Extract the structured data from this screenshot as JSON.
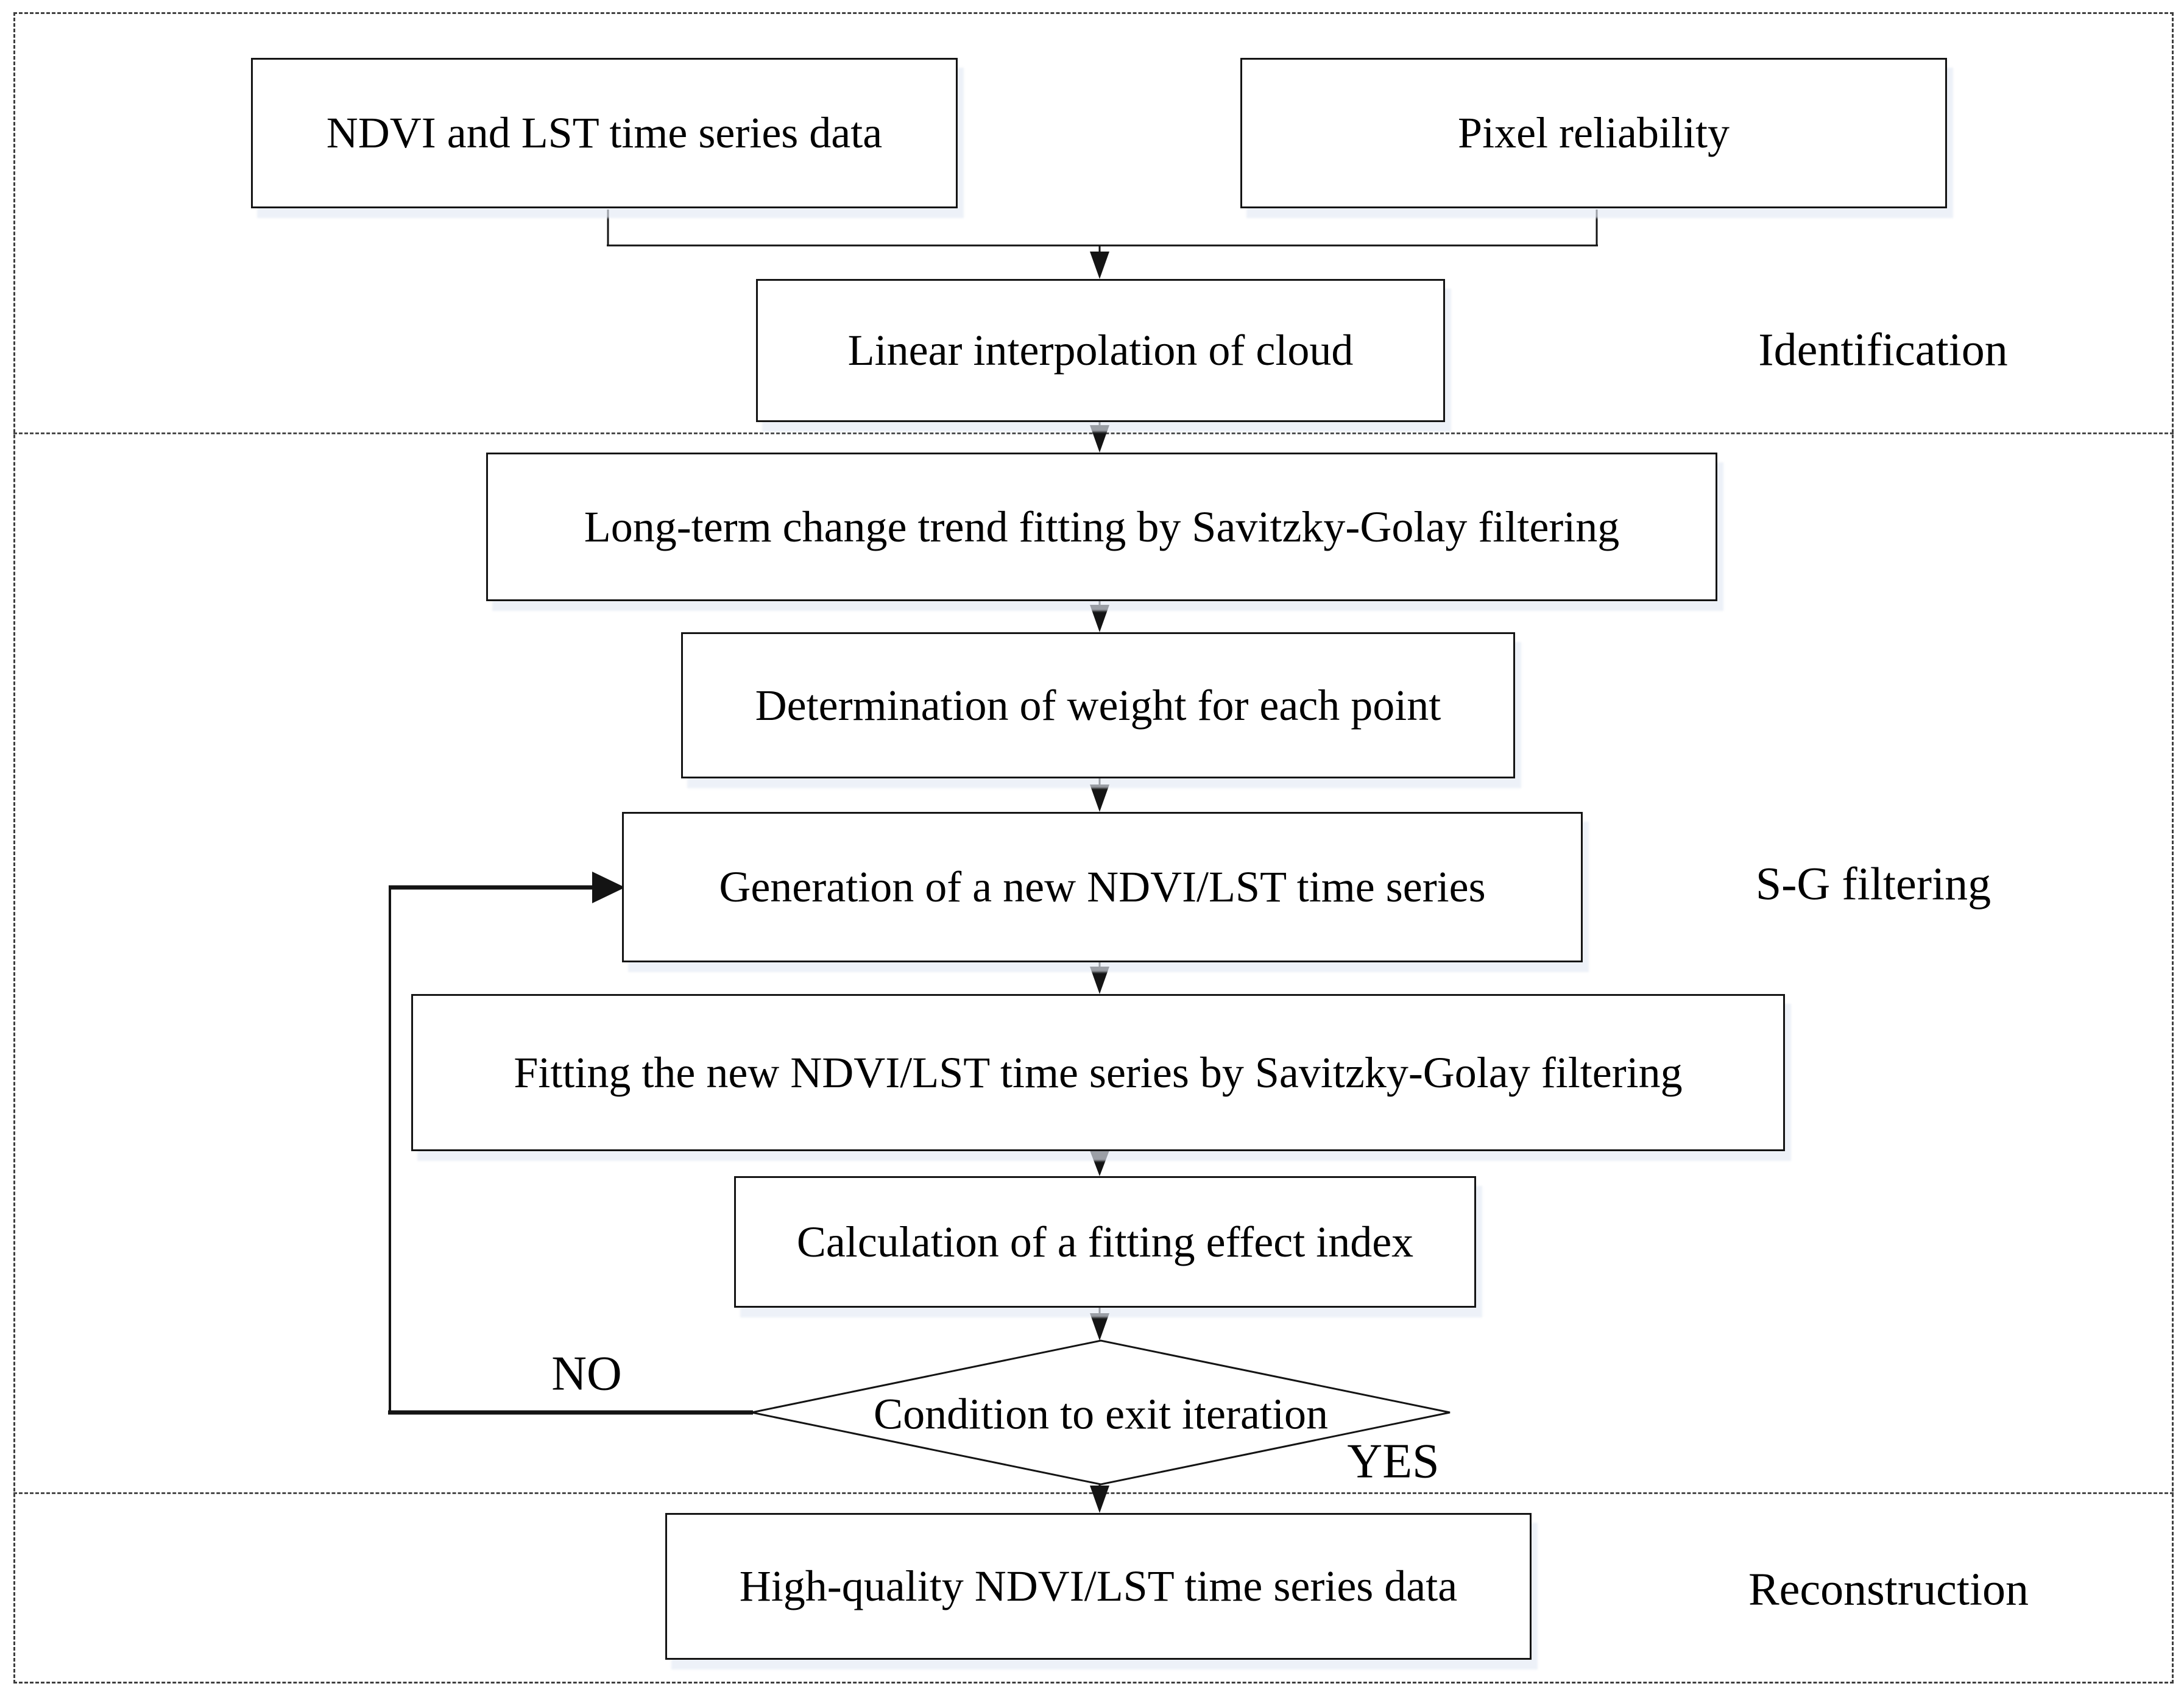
{
  "figure": {
    "colors": {
      "background": "#ffffff",
      "line": "#141414",
      "text": "#000000"
    },
    "sections": [
      {
        "name": "identification",
        "label": "Identification"
      },
      {
        "name": "sg_filtering",
        "label": "S-G filtering"
      },
      {
        "name": "reconstruction",
        "label": "Reconstruction"
      }
    ],
    "nodes": {
      "ndvi_lst_input": {
        "shape": "rect",
        "label": "NDVI and LST time series data"
      },
      "pixel_reliability": {
        "shape": "rect",
        "label": "Pixel reliability"
      },
      "linear_interpolation": {
        "shape": "rect",
        "label": "Linear interpolation of cloud"
      },
      "longterm_trend_fitting": {
        "shape": "rect",
        "label": "Long-term change trend fitting by Savitzky-Golay filtering"
      },
      "weight_determination": {
        "shape": "rect",
        "label": "Determination of weight for each point"
      },
      "generation_new_series": {
        "shape": "rect",
        "label": "Generation of a new NDVI/LST time series"
      },
      "fitting_new_series": {
        "shape": "rect",
        "label": "Fitting the new NDVI/LST time series by Savitzky-Golay filtering"
      },
      "fitting_effect_index": {
        "shape": "rect",
        "label": "Calculation of a fitting effect index"
      },
      "exit_condition": {
        "shape": "diamond",
        "label": "Condition to exit iteration"
      },
      "high_quality_output": {
        "shape": "rect",
        "label": "High-quality NDVI/LST time series data"
      }
    },
    "branches": {
      "no": "NO",
      "yes": "YES"
    }
  }
}
